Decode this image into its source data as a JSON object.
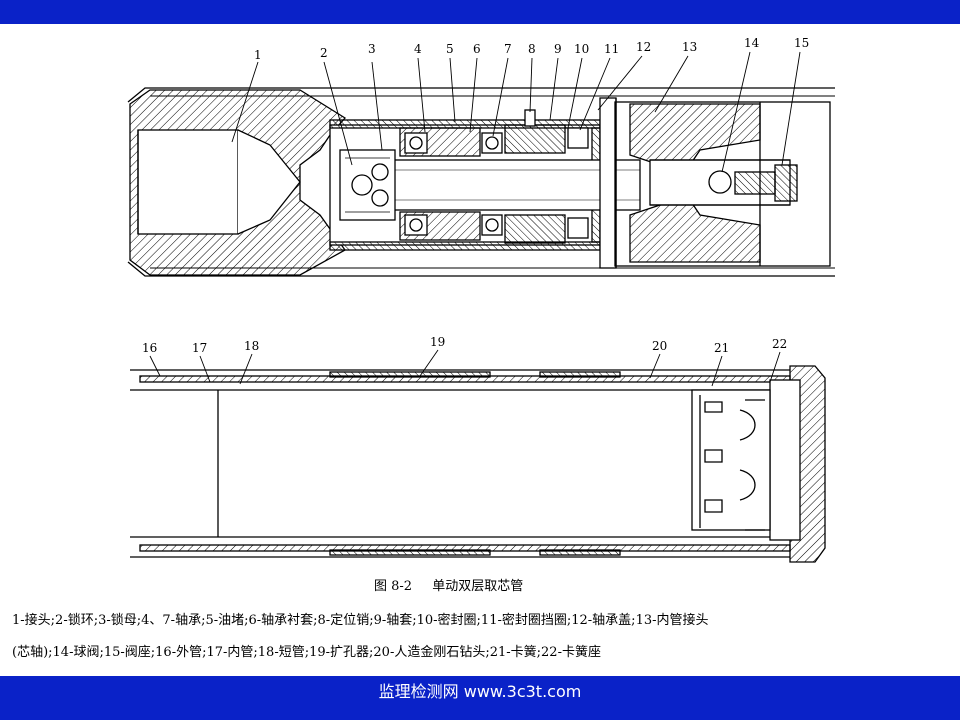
{
  "figure": {
    "top_labels": [
      "1",
      "2",
      "3",
      "4",
      "5",
      "6",
      "7",
      "8",
      "9",
      "10",
      "11",
      "12",
      "13",
      "14",
      "15"
    ],
    "bottom_labels": [
      "16",
      "17",
      "18",
      "19",
      "20",
      "21",
      "22"
    ],
    "caption_number": "图 8-2",
    "caption_title": "单动双层取芯管",
    "legend_line1": "1-接头;2-锁环;3-锁母;4、7-轴承;5-油堵;6-轴承衬套;8-定位销;9-轴套;10-密封圈;11-密封圈挡圈;12-轴承盖;13-内管接头",
    "legend_line2": "(芯轴);14-球阀;15-阀座;16-外管;17-内管;18-短管;19-扩孔器;20-人造金刚石钻头;21-卡簧;22-卡簧座"
  },
  "footer": {
    "text": "监理检测网 www.3c3t.com"
  },
  "colors": {
    "banner": "#0a22c8"
  }
}
